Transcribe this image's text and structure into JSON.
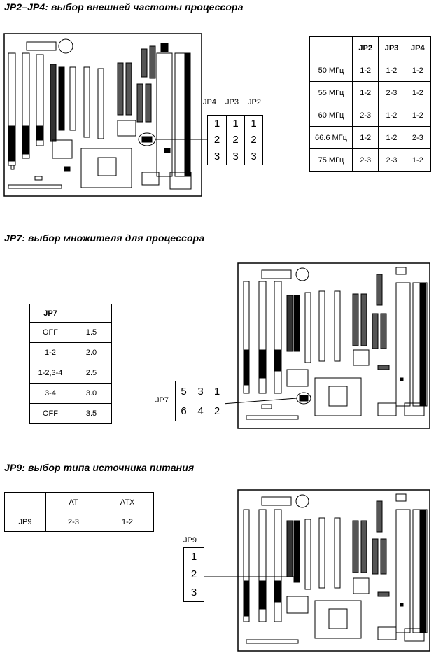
{
  "section1": {
    "title": "JP2–JP4: выбор внешней частоты процессора",
    "jumper_labels": [
      "JP4",
      "JP3",
      "JP2"
    ],
    "jumper_pins": [
      "1",
      "2",
      "3"
    ],
    "table": {
      "headers": [
        "",
        "JP2",
        "JP3",
        "JP4"
      ],
      "rows": [
        [
          "50 МГц",
          "1-2",
          "1-2",
          "1-2"
        ],
        [
          "55 МГц",
          "1-2",
          "2-3",
          "1-2"
        ],
        [
          "60 МГц",
          "2-3",
          "1-2",
          "1-2"
        ],
        [
          "66.6 МГц",
          "1-2",
          "1-2",
          "2-3"
        ],
        [
          "75 МГц",
          "2-3",
          "2-3",
          "1-2"
        ]
      ]
    }
  },
  "section2": {
    "title": "JP7: выбор множителя для процессора",
    "jumper_label": "JP7",
    "jumper_pins_top": [
      "5",
      "3",
      "1"
    ],
    "jumper_pins_bottom": [
      "6",
      "4",
      "2"
    ],
    "table": {
      "headers": [
        "JP7",
        ""
      ],
      "rows": [
        [
          "OFF",
          "1.5"
        ],
        [
          "1-2",
          "2.0"
        ],
        [
          "1-2,3-4",
          "2.5"
        ],
        [
          "3-4",
          "3.0"
        ],
        [
          "OFF",
          "3.5"
        ]
      ]
    }
  },
  "section3": {
    "title": "JP9: выбор типа источника питания",
    "jumper_label": "JP9",
    "jumper_pins": [
      "1",
      "2",
      "3"
    ],
    "table": {
      "headers": [
        "",
        "AT",
        "ATX"
      ],
      "rows": [
        [
          "JP9",
          "2-3",
          "1-2"
        ]
      ]
    }
  }
}
